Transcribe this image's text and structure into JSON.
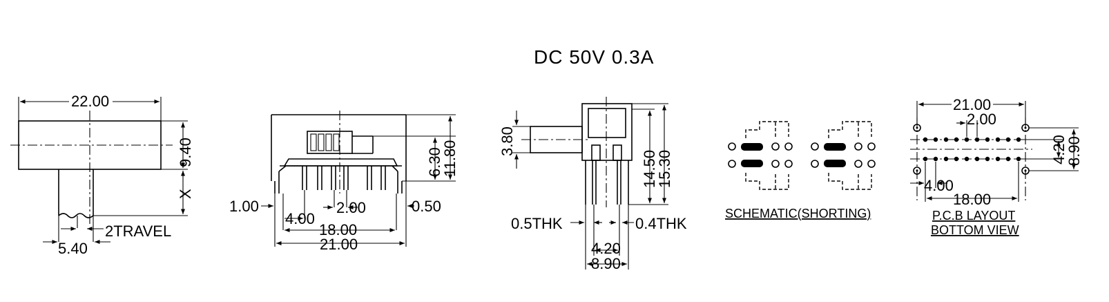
{
  "title": "DC  50V  0.3A",
  "view1": {
    "width": "22.00",
    "height": "9.40",
    "x_label": "X",
    "travel": "2TRAVEL",
    "stem": "5.40"
  },
  "view2": {
    "left_gap": "1.00",
    "pitch": "4.00",
    "small_pitch": "2.00",
    "right_gap": "0.50",
    "inner": "18.00",
    "overall": "21.00",
    "h1": "6.30",
    "h2": "11.80"
  },
  "view3": {
    "knob": "3.80",
    "h1": "14.50",
    "h2": "15.30",
    "thk_left": "0.5THK",
    "thk_right": "0.4THK",
    "w1": "4.20",
    "w2": "8.90"
  },
  "schematic": {
    "caption": "SCHEMATIC(SHORTING)"
  },
  "pcb": {
    "width": "21.00",
    "pitch": "2.00",
    "spacing": "4.00",
    "inner": "18.00",
    "h1": "4.20",
    "h2": "8.90",
    "caption1": "P.C.B LAYOUT",
    "caption2": "BOTTOM VIEW"
  }
}
